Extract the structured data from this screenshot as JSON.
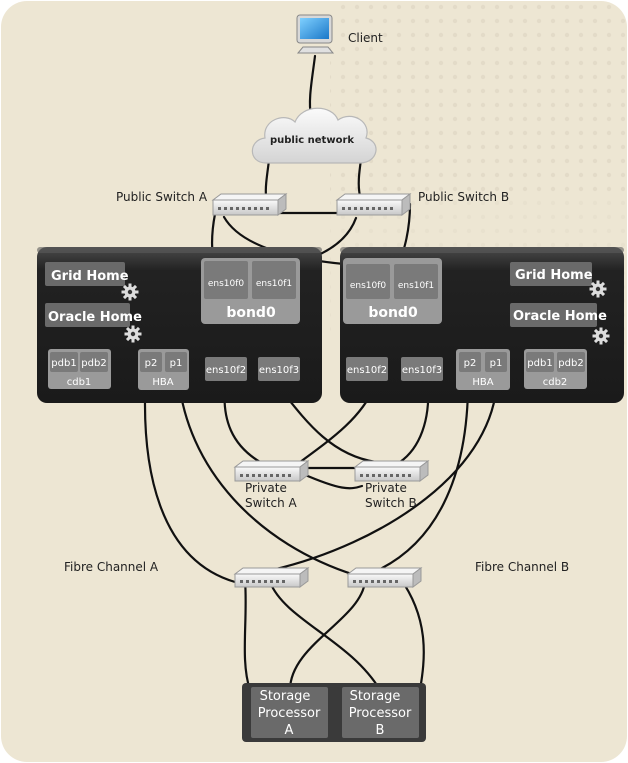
{
  "client": {
    "label": "Client"
  },
  "cloud": {
    "label": "public network"
  },
  "public_switches": {
    "a": "Public Switch A",
    "b": "Public Switch B"
  },
  "server_left": {
    "grid_home": "Grid Home",
    "oracle_home": "Oracle Home",
    "pdb1": "pdb1",
    "pdb2": "pdb2",
    "cdb": "cdb1",
    "p2": "p2",
    "p1": "p1",
    "hba": "HBA",
    "ens10f0": "ens10f0",
    "ens10f1": "ens10f1",
    "bond": "bond0",
    "ens10f2": "ens10f2",
    "ens10f3": "ens10f3"
  },
  "server_right": {
    "grid_home": "Grid Home",
    "oracle_home": "Oracle Home",
    "pdb1": "pdb1",
    "pdb2": "pdb2",
    "cdb": "cdb2",
    "p2": "p2",
    "p1": "p1",
    "hba": "HBA",
    "ens10f0": "ens10f0",
    "ens10f1": "ens10f1",
    "bond": "bond0",
    "ens10f2": "ens10f2",
    "ens10f3": "ens10f3"
  },
  "private_switches": {
    "a_line1": "Private",
    "a_line2": "Switch A",
    "b_line1": "Private",
    "b_line2": "Switch B"
  },
  "fibre_channels": {
    "a": "Fibre Channel A",
    "b": "Fibre Channel B"
  },
  "storage": {
    "a_line1": "Storage",
    "a_line2": "Processor",
    "a_line3": "A",
    "b_line1": "Storage",
    "b_line2": "Processor",
    "b_line3": "B"
  }
}
